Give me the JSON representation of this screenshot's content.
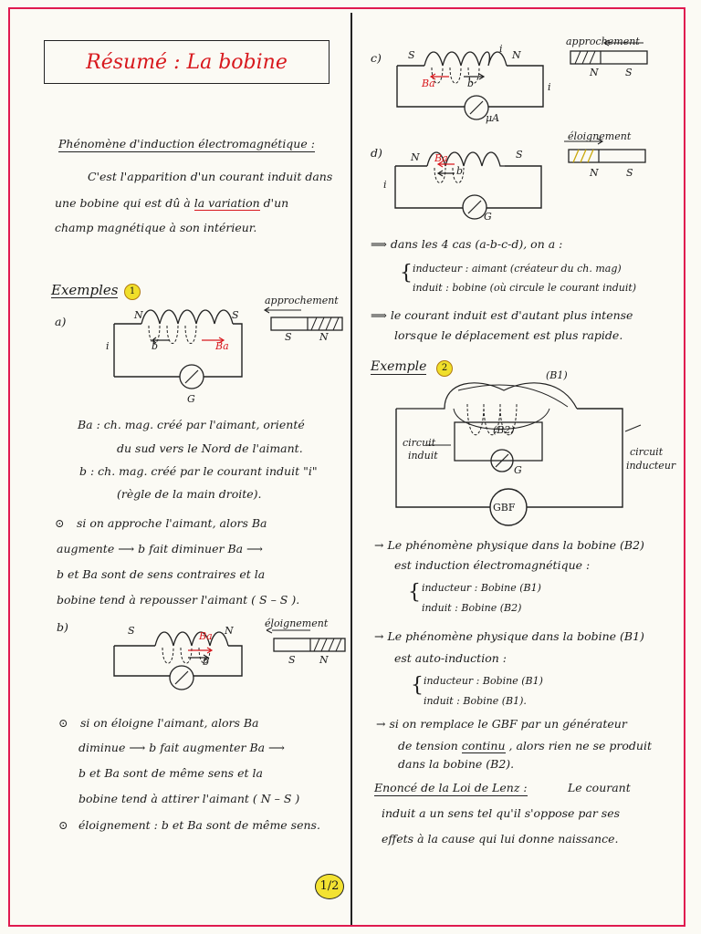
{
  "title": "Résumé : La bobine",
  "left": {
    "section_heading": "Phénomène d'induction électromagnétique :",
    "definition": [
      "C'est l'apparition d'un courant induit dans",
      "une bobine qui est dû à",
      "la variation",
      "d'un",
      "champ magnétique à son intérieur."
    ],
    "examples_heading": "Exemples",
    "examples_badge": "1",
    "fig_a": {
      "letter": "a)",
      "label_action": "approchement",
      "left_pole": "N",
      "right_pole": "S",
      "mag_s": "S",
      "mag_n": "N",
      "current": "i",
      "vec_ba": "Ba",
      "vec_b": "b",
      "meter": "G"
    },
    "legend": [
      "Ba : ch. mag. créé par l'aimant, orienté",
      "du sud vers le Nord de l'aimant.",
      "b : ch. mag. créé par le courant induit \"i\"",
      "(règle de la main droite)."
    ],
    "approach_text": [
      "si on approche l'aimant, alors Ba",
      "augmente ⟶ b fait diminuer Ba ⟶",
      "b et Ba sont de sens contraires et la",
      "bobine tend à repousser l'aimant ( S – S )."
    ],
    "fig_b": {
      "letter": "b)",
      "label_action": "éloignement",
      "left_pole": "S",
      "right_pole": "N",
      "mag_s": "S",
      "mag_n": "N",
      "vec_ba": "Ba",
      "vec_b": "b"
    },
    "away_text": [
      "si on éloigne l'aimant, alors Ba",
      "diminue ⟶ b fait augmenter Ba ⟶",
      "b et Ba sont de même sens et la",
      "bobine tend à attirer l'aimant ( N – S )",
      "éloignement : b et Ba sont de même sens."
    ]
  },
  "right": {
    "fig_c": {
      "letter": "c)",
      "label_action": "approchement",
      "left_pole": "S",
      "right_pole": "N",
      "mag_n": "N",
      "mag_s": "S",
      "current": "i",
      "vec_ba": "Ba",
      "vec_b": "b",
      "meter": "μA"
    },
    "fig_d": {
      "letter": "d)",
      "label_action": "éloignement",
      "left_pole": "N",
      "right_pole": "S",
      "mag_n": "N",
      "mag_s": "S",
      "current": "i",
      "vec_ba": "Ba",
      "vec_b": "b",
      "meter": "G"
    },
    "summary": [
      "⟹ dans les 4 cas (a-b-c-d), on a :",
      "inducteur : aimant (créateur du ch. mag)",
      "induit : bobine (où circule le courant induit)",
      "⟹ le courant induit est d'autant plus intense",
      "lorsque le déplacement est plus rapide."
    ],
    "example2_heading": "Exemple",
    "example2_badge": "2",
    "fig_e": {
      "b1": "(B1)",
      "b2": "(B2)",
      "induced": [
        "circuit",
        "induit"
      ],
      "inductor": [
        "circuit",
        "inducteur"
      ],
      "meter": "G",
      "generator": "GBF"
    },
    "phen1": [
      "→ Le phénomène physique dans la bobine (B2)",
      "est induction électromagnétique :",
      "inducteur : Bobine (B1)",
      "induit : Bobine (B2)"
    ],
    "phen2": [
      "→ Le phénomène physique dans la bobine (B1)",
      "est auto-induction :",
      "inducteur : Bobine (B1)",
      "induit : Bobine (B1)."
    ],
    "replace": [
      "→ si on remplace le GBF par un générateur",
      "de tension",
      "continu",
      ", alors rien ne se produit",
      "dans la bobine (B2)."
    ],
    "lenz_heading": "Enoncé de la Loi de Lenz :",
    "lenz_text": [
      "Le courant",
      "induit a un sens tel qu'il s'oppose par ses",
      "effets à la cause qui lui donne naissance."
    ]
  },
  "page_number": "1/2"
}
